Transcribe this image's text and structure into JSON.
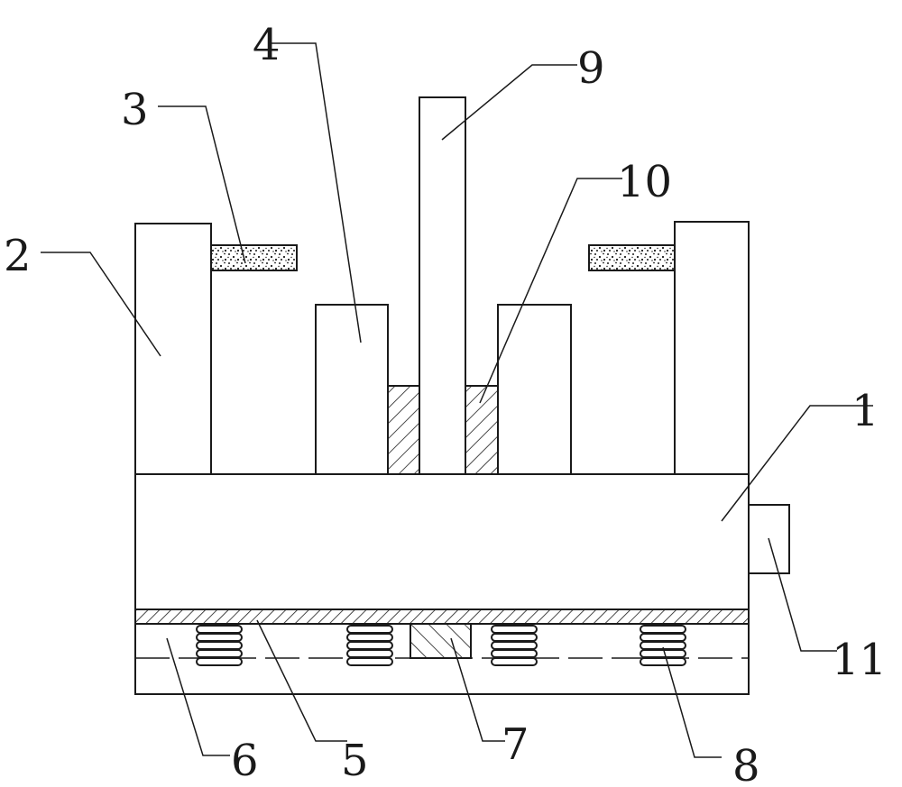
{
  "figure": {
    "description_labels": {
      "base_body": "1",
      "side_column": "2",
      "sponge_pad": "3",
      "inner_column": "4",
      "hatched_plate": "5",
      "bottom_plate": "6",
      "center_block": "7",
      "spring": "8",
      "center_rod": "9",
      "hatched_sleeve": "10",
      "side_switch": "11"
    }
  }
}
